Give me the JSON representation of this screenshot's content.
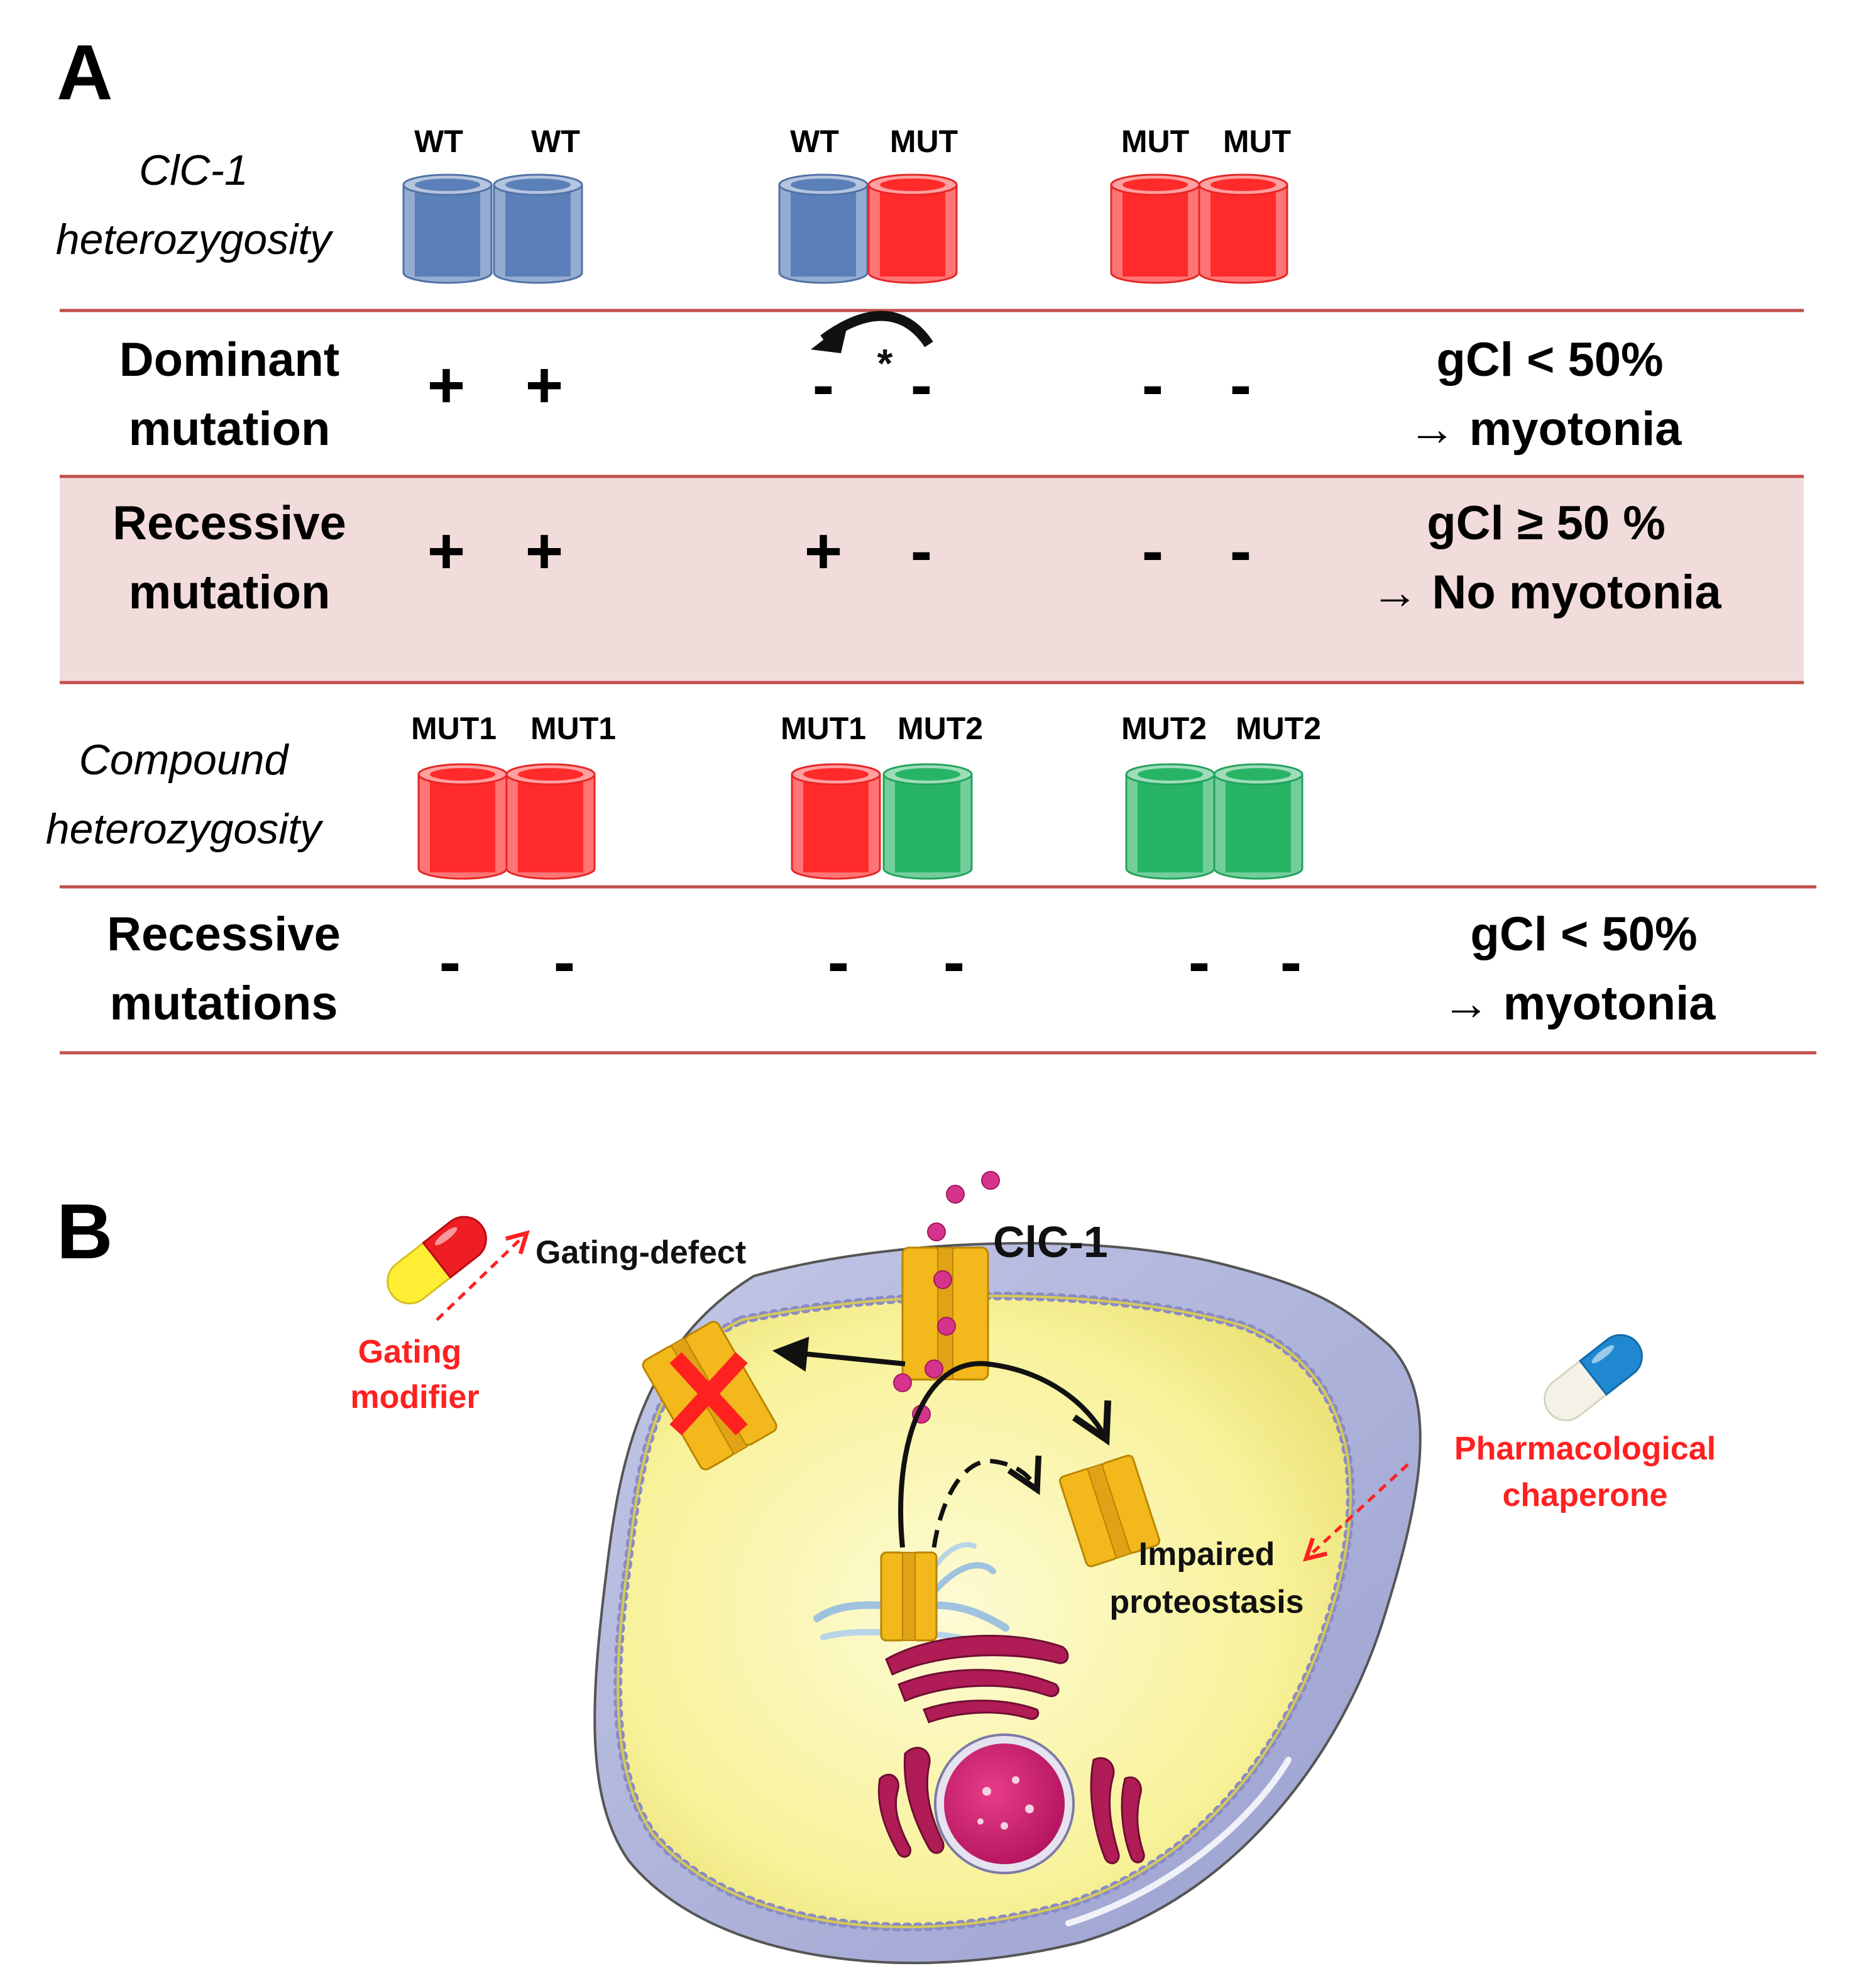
{
  "panel_a": {
    "letter": "A",
    "section1": {
      "label_line1": "ClC-1",
      "label_line2": "heterozygosity",
      "groups": [
        {
          "left": "WT",
          "right": "WT",
          "left_color": "#5b7fb8",
          "right_color": "#5b7fb8"
        },
        {
          "left": "WT",
          "right": "MUT",
          "left_color": "#5b7fb8",
          "right_color": "#ff2a2a"
        },
        {
          "left": "MUT",
          "right": "MUT",
          "left_color": "#ff2a2a",
          "right_color": "#ff2a2a"
        }
      ],
      "asterisk": "*",
      "rows": [
        {
          "line1": "Dominant",
          "line2": "mutation",
          "signs": [
            "+",
            "+",
            "-",
            "-",
            "-",
            "-"
          ],
          "result_line1": "gCl < 50%",
          "result_line2": "→ myotonia",
          "shaded": false
        },
        {
          "line1": "Recessive",
          "line2": "mutation",
          "signs": [
            "+",
            "+",
            "+",
            "-",
            "-",
            "-"
          ],
          "result_line1": "gCl ≥ 50 %",
          "result_line2": "→ No myotonia",
          "shaded": true
        }
      ]
    },
    "section2": {
      "label_line1": "Compound",
      "label_line2": "heterozygosity",
      "groups": [
        {
          "left": "MUT1",
          "right": "MUT1",
          "left_color": "#ff2a2a",
          "right_color": "#ff2a2a"
        },
        {
          "left": "MUT1",
          "right": "MUT2",
          "left_color": "#ff2a2a",
          "right_color": "#27b466"
        },
        {
          "left": "MUT2",
          "right": "MUT2",
          "left_color": "#27b466",
          "right_color": "#27b466"
        }
      ],
      "rows": [
        {
          "line1": "Recessive",
          "line2": "mutations",
          "signs": [
            "-",
            "-",
            "-",
            "-",
            "-",
            "-"
          ],
          "result_line1": "gCl < 50%",
          "result_line2": "→ myotonia",
          "shaded": false
        }
      ]
    },
    "colors": {
      "rule": "#c0504d",
      "shade": "#f2dcdb"
    }
  },
  "panel_b": {
    "letter": "B",
    "channel_label": "ClC-1",
    "gating_defect": "Gating-defect",
    "gating_modifier_line1": "Gating",
    "gating_modifier_line2": "modifier",
    "chaperone_line1": "Pharmacological",
    "chaperone_line2": "chaperone",
    "proteostasis_line1": "Impaired",
    "proteostasis_line2": "proteostasis",
    "colors": {
      "accent": "#ff2020",
      "cell": "#fbf6a8",
      "membrane": "#a9aed8",
      "channel": "#f2b81c"
    }
  }
}
